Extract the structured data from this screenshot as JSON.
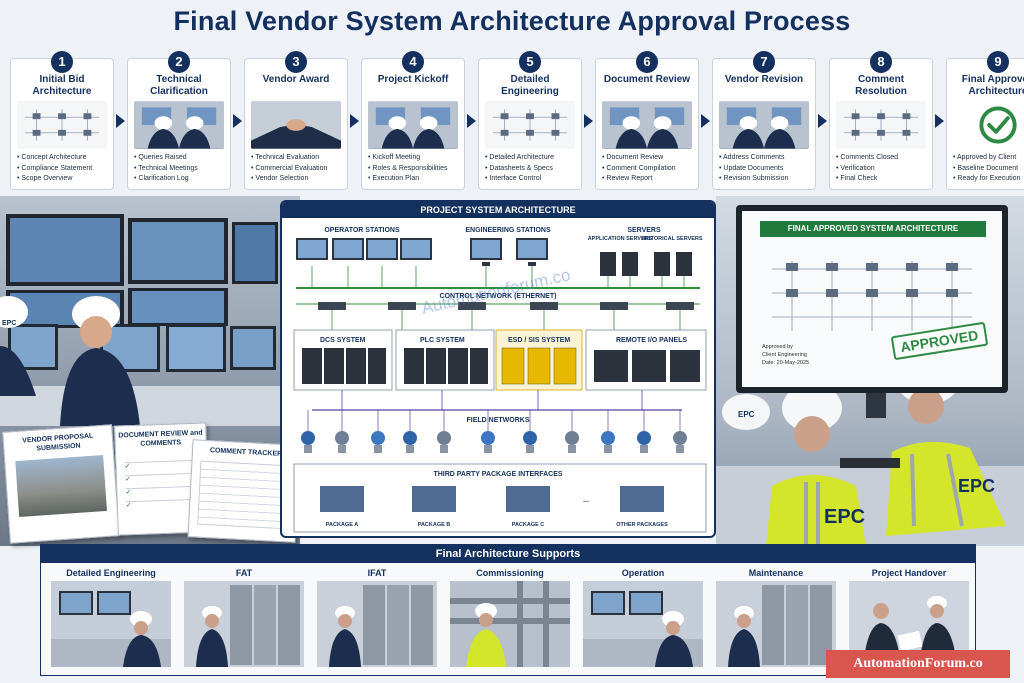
{
  "title": "Final Vendor System Architecture Approval Process",
  "steps": [
    {
      "num": "1",
      "title": "Initial Bid Architecture",
      "bullets": [
        "Concept Architecture",
        "Compliance Statement",
        "Scope Overview"
      ]
    },
    {
      "num": "2",
      "title": "Technical Clarification",
      "bullets": [
        "Queries Raised",
        "Technical Meetings",
        "Clarification Log"
      ]
    },
    {
      "num": "3",
      "title": "Vendor Award",
      "bullets": [
        "Technical Evaluation",
        "Commercial Evaluation",
        "Vendor Selection"
      ]
    },
    {
      "num": "4",
      "title": "Project Kickoff",
      "bullets": [
        "Kickoff Meeting",
        "Roles & Responsibilities",
        "Execution Plan"
      ]
    },
    {
      "num": "5",
      "title": "Detailed Engineering",
      "bullets": [
        "Detailed Architecture",
        "Datasheets & Specs",
        "Interface Control"
      ]
    },
    {
      "num": "6",
      "title": "Document Review",
      "bullets": [
        "Document Review",
        "Comment Compilation",
        "Review Report"
      ]
    },
    {
      "num": "7",
      "title": "Vendor Revision",
      "bullets": [
        "Address Comments",
        "Update Documents",
        "Revision Submission"
      ]
    },
    {
      "num": "8",
      "title": "Comment Resolution",
      "bullets": [
        "Comments Closed",
        "Verification",
        "Final Check"
      ]
    },
    {
      "num": "9",
      "title": "Final Approved Architecture",
      "bullets": [
        "Approved by Client",
        "Baseline Document",
        "Ready for Execution"
      ]
    }
  ],
  "architecture": {
    "title": "PROJECT SYSTEM ARCHITECTURE",
    "operator_stations": "OPERATOR STATIONS",
    "engineering_stations": "ENGINEERING STATIONS",
    "servers": "SERVERS",
    "application_servers": "APPLICATION SERVERS",
    "historical_servers": "HISTORICAL SERVERS",
    "control_network": "CONTROL NETWORK (ETHERNET)",
    "dcs": "DCS SYSTEM",
    "plc": "PLC SYSTEM",
    "esd": "ESD / SIS SYSTEM",
    "rio": "REMOTE I/O PANELS",
    "field_networks": "FIELD NETWORKS",
    "third_party": "THIRD PARTY PACKAGE INTERFACES",
    "packages": [
      "PACKAGE A",
      "PACKAGE B",
      "PACKAGE C",
      "OTHER PACKAGES"
    ],
    "ellipsis": "..."
  },
  "watermark": "Automationforum.co",
  "approved_monitor": {
    "header": "FINAL APPROVED SYSTEM ARCHITECTURE",
    "approved_by_line1": "Approved by",
    "approved_by_line2": "Client Engineering",
    "date": "Date: 20-May-2025",
    "stamp": "APPROVED"
  },
  "documents": {
    "vendor_proposal": "VENDOR PROPOSAL SUBMISSION",
    "document_review": "DOCUMENT REVIEW and COMMENTS",
    "comment_tracker": "COMMENT TRACKER"
  },
  "helmet_labels": [
    "EPC",
    "EPC",
    "EPC",
    "EPC"
  ],
  "supports": {
    "title": "Final Architecture Supports",
    "items": [
      "Detailed Engineering",
      "FAT",
      "IFAT",
      "Commissioning",
      "Operation",
      "Maintenance",
      "Project Handover"
    ]
  },
  "footer": "AutomationForum.co",
  "colors": {
    "navy": "#14305f",
    "green": "#1f7a3c",
    "vest": "#d4e62b",
    "badge": "#d9564f"
  }
}
